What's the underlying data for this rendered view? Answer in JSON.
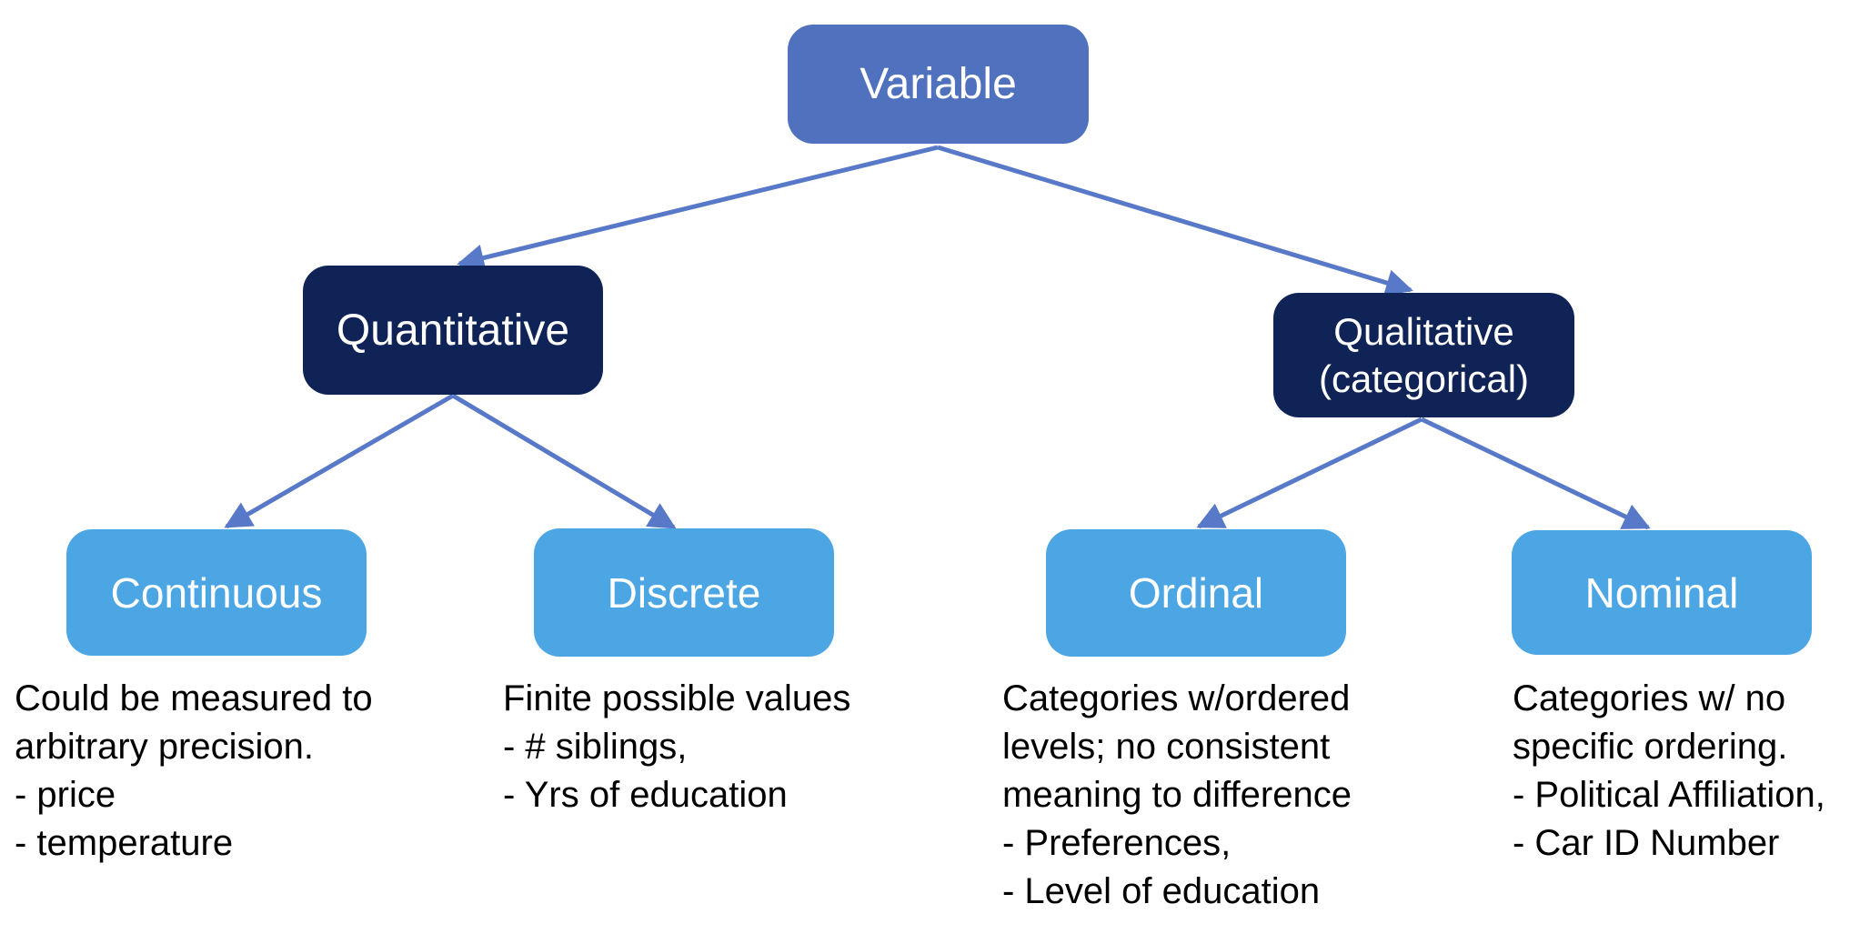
{
  "diagram": {
    "type": "tree",
    "colors": {
      "root_fill": "#4F71BE",
      "branch_fill": "#0F2357",
      "leaf_fill": "#4DA6E4",
      "arrow": "#5878C8",
      "node_text": "#FFFFFF",
      "description_text": "#000000",
      "background": "#FFFFFF"
    },
    "nodes": {
      "variable": {
        "label": "Variable"
      },
      "quantitative": {
        "label": "Quantitative"
      },
      "qualitative": {
        "label": "Qualitative\n(categorical)"
      },
      "continuous": {
        "label": "Continuous",
        "description": "Could be measured to\narbitrary precision.\n- price\n- temperature"
      },
      "discrete": {
        "label": "Discrete",
        "description": "Finite possible values\n- # siblings,\n- Yrs of education"
      },
      "ordinal": {
        "label": "Ordinal",
        "description": "Categories w/ordered\nlevels; no consistent\nmeaning to difference\n- Preferences,\n- Level of education"
      },
      "nominal": {
        "label": "Nominal",
        "description": "Categories w/ no\nspecific ordering.\n- Political Affiliation,\n- Car ID Number"
      }
    },
    "edges": [
      {
        "from": "Variable",
        "to": "Quantitative"
      },
      {
        "from": "Variable",
        "to": "Qualitative (categorical)"
      },
      {
        "from": "Quantitative",
        "to": "Continuous"
      },
      {
        "from": "Quantitative",
        "to": "Discrete"
      },
      {
        "from": "Qualitative (categorical)",
        "to": "Ordinal"
      },
      {
        "from": "Qualitative (categorical)",
        "to": "Nominal"
      }
    ]
  }
}
